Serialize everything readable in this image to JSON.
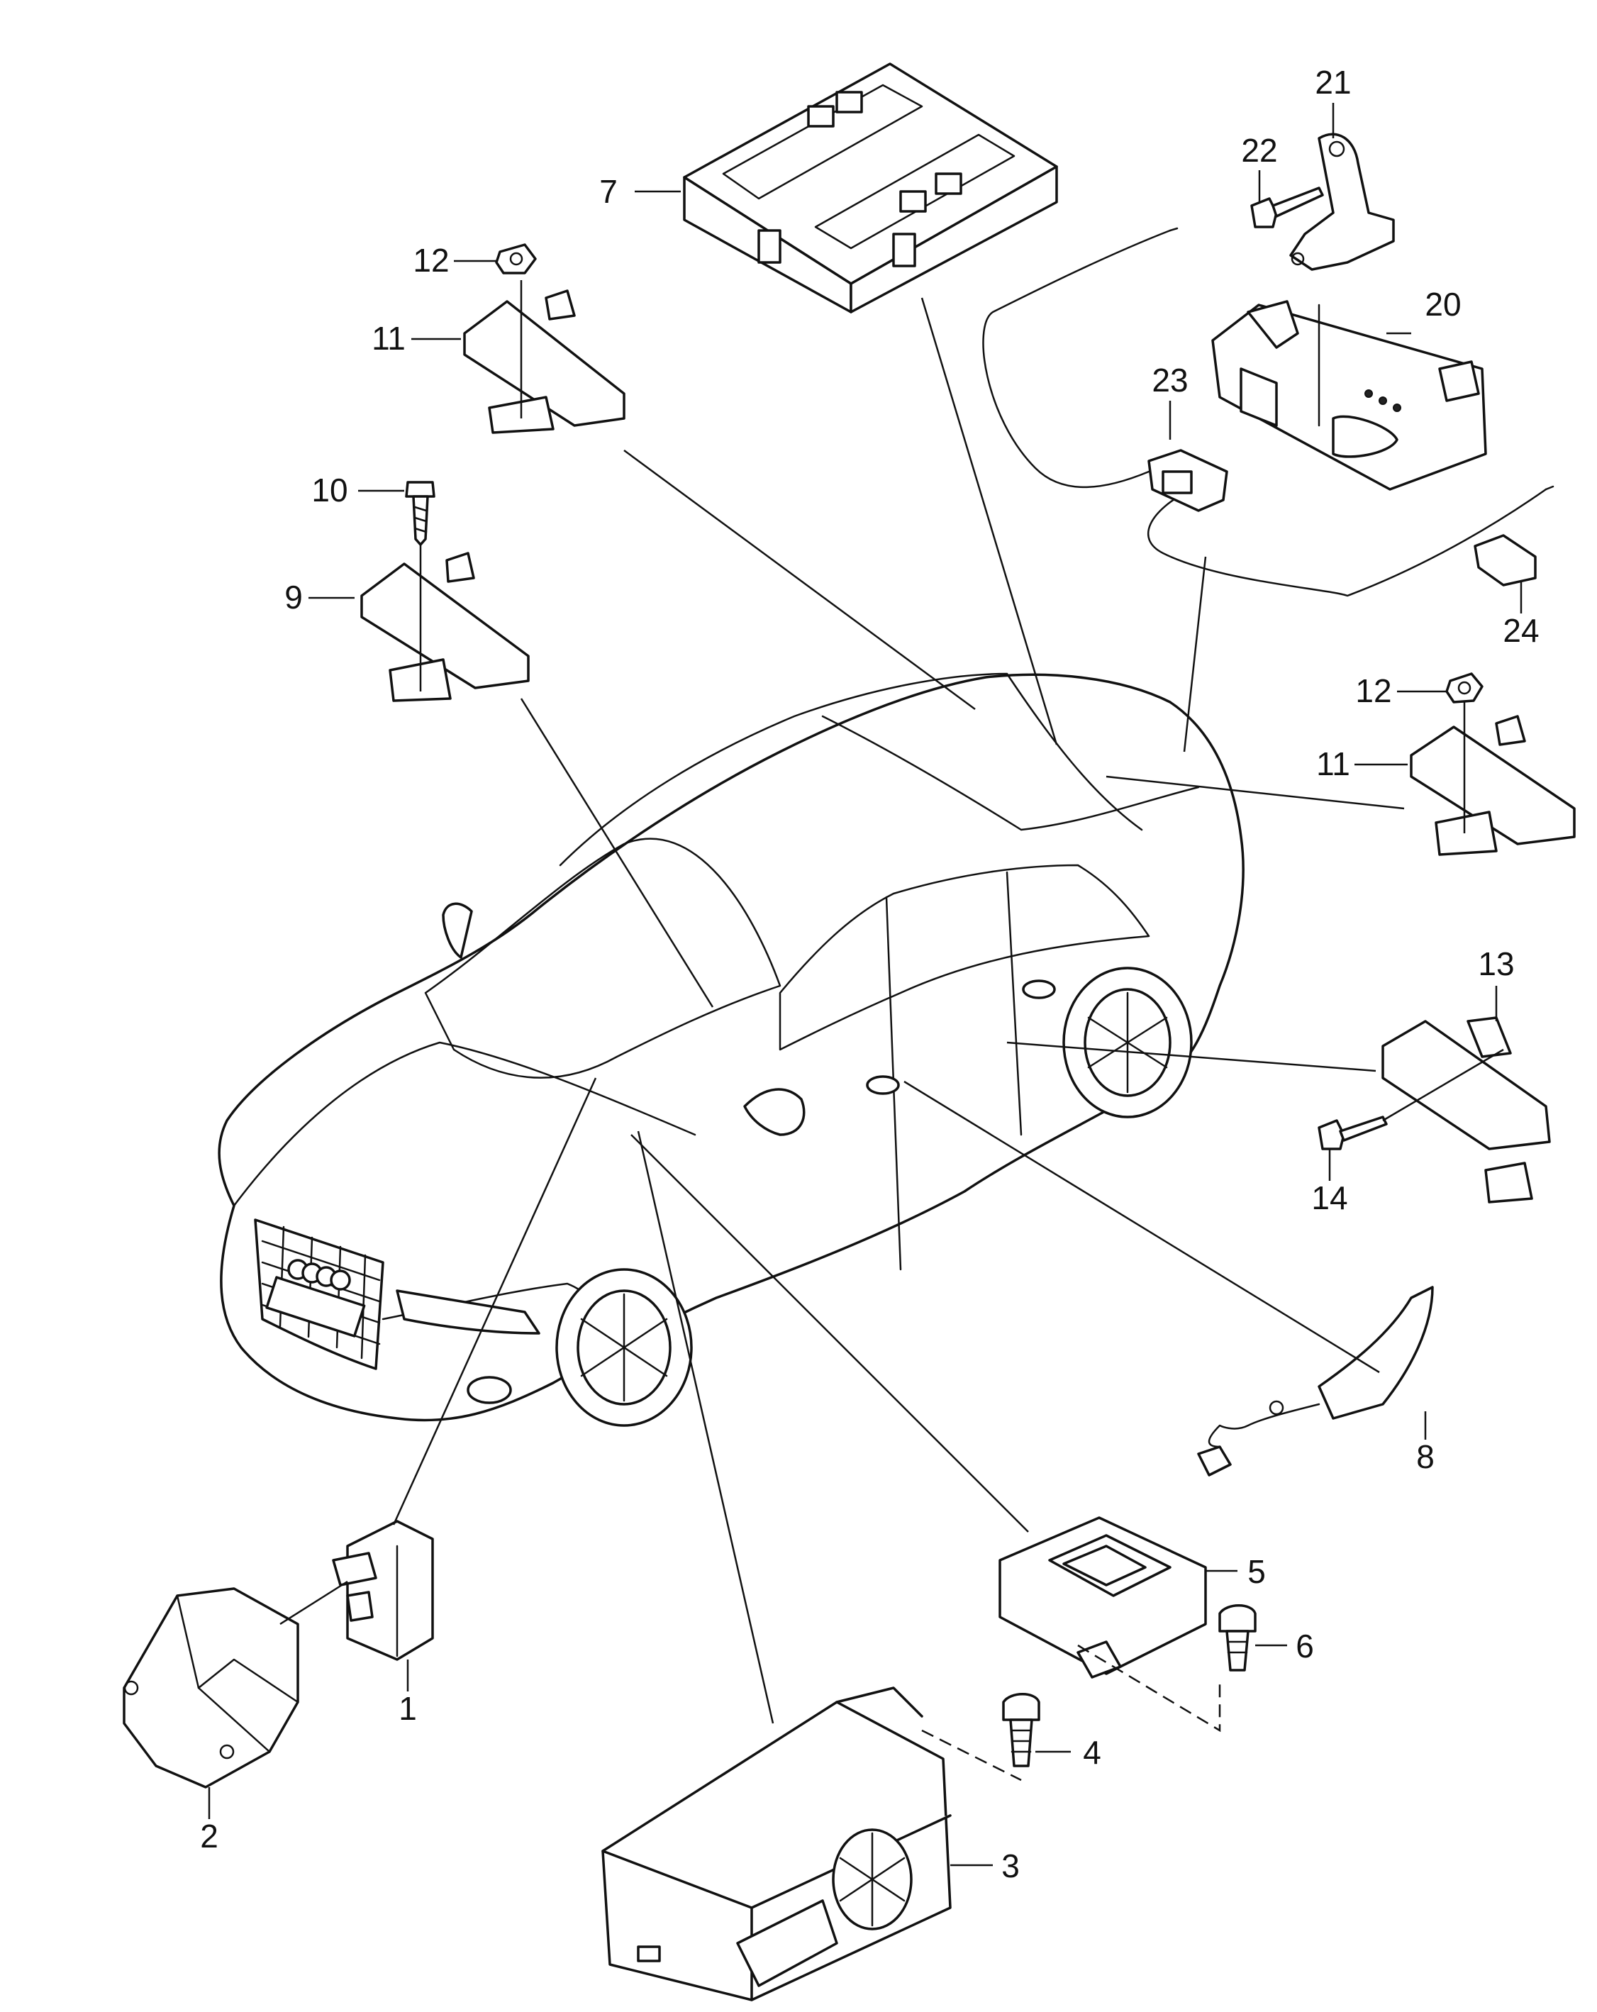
{
  "diagram": {
    "callouts": [
      {
        "id": "1",
        "text": "1"
      },
      {
        "id": "2",
        "text": "2"
      },
      {
        "id": "3",
        "text": "3"
      },
      {
        "id": "4",
        "text": "4"
      },
      {
        "id": "5",
        "text": "5"
      },
      {
        "id": "6",
        "text": "6"
      },
      {
        "id": "7",
        "text": "7"
      },
      {
        "id": "8",
        "text": "8"
      },
      {
        "id": "9",
        "text": "9"
      },
      {
        "id": "10",
        "text": "10"
      },
      {
        "id": "11a",
        "text": "11"
      },
      {
        "id": "11b",
        "text": "11"
      },
      {
        "id": "12a",
        "text": "12"
      },
      {
        "id": "12b",
        "text": "12"
      },
      {
        "id": "13",
        "text": "13"
      },
      {
        "id": "14",
        "text": "14"
      },
      {
        "id": "20",
        "text": "20"
      },
      {
        "id": "21",
        "text": "21"
      },
      {
        "id": "22",
        "text": "22"
      },
      {
        "id": "23",
        "text": "23"
      },
      {
        "id": "24",
        "text": "24"
      }
    ]
  }
}
